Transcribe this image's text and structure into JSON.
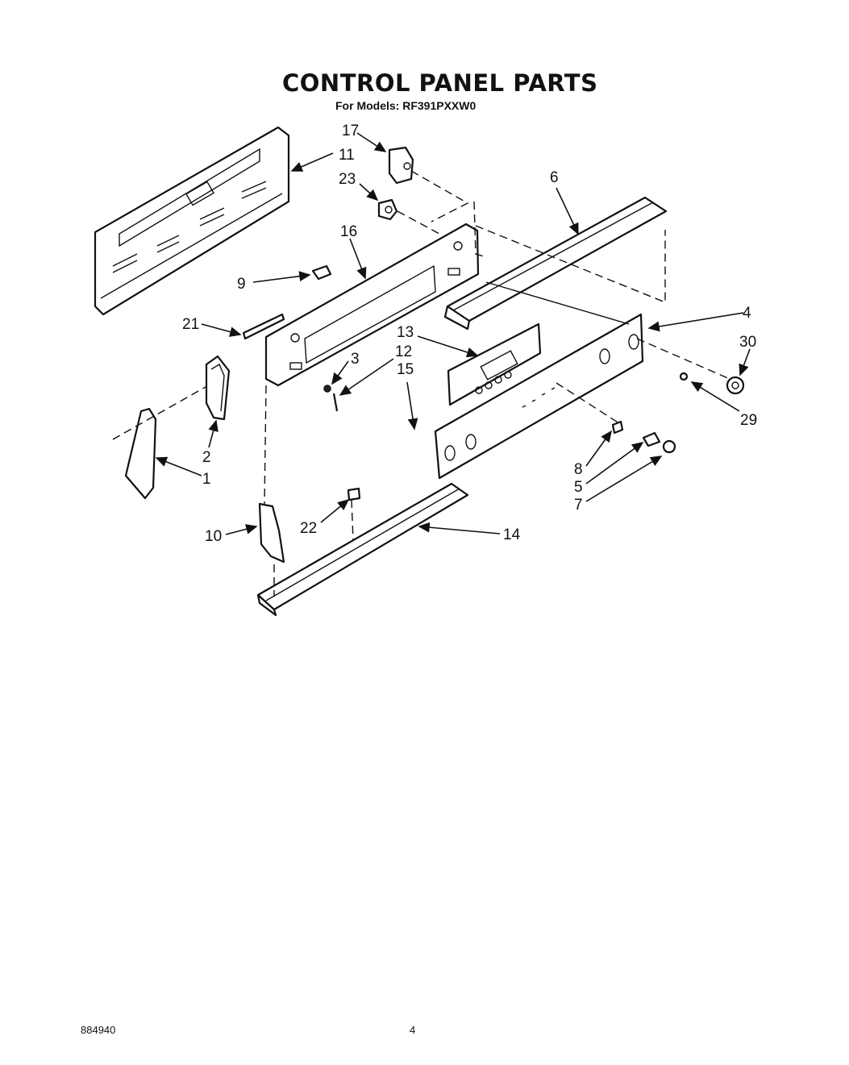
{
  "title": "CONTROL PANEL PARTS",
  "subtitle": "For Models: RF391PXXW0",
  "footer": {
    "code": "884940",
    "page": "4"
  },
  "callouts": [
    "17",
    "11",
    "23",
    "6",
    "16",
    "9",
    "4",
    "30",
    "21",
    "13",
    "3",
    "12",
    "15",
    "29",
    "2",
    "1",
    "8",
    "5",
    "7",
    "10",
    "22",
    "14"
  ]
}
